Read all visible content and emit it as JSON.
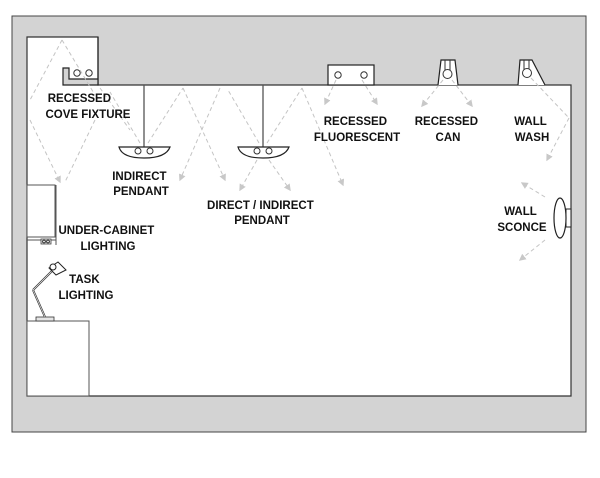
{
  "title": "Residential lighting fixture types (cross-section)",
  "colors": {
    "wall": "#d3d3d3",
    "room": "#ffffff",
    "outline": "#333333",
    "light_ray": "#c4c4c4",
    "label": "#111111"
  },
  "fixtures": [
    {
      "id": "recessed-cove",
      "label_lines": [
        "RECESSED",
        "COVE FIXTURE"
      ]
    },
    {
      "id": "indirect-pendant",
      "label_lines": [
        "INDIRECT",
        "PENDANT"
      ]
    },
    {
      "id": "direct-indirect-pendant",
      "label_lines": [
        "DIRECT / INDIRECT",
        "PENDANT"
      ]
    },
    {
      "id": "recessed-fluorescent",
      "label_lines": [
        "RECESSED",
        "FLUORESCENT"
      ]
    },
    {
      "id": "recessed-can",
      "label_lines": [
        "RECESSED",
        "CAN"
      ]
    },
    {
      "id": "wall-wash",
      "label_lines": [
        "WALL",
        "WASH"
      ]
    },
    {
      "id": "wall-sconce",
      "label_lines": [
        "WALL",
        "SCONCE"
      ]
    },
    {
      "id": "under-cabinet",
      "label_lines": [
        "UNDER-CABINET",
        "LIGHTING"
      ]
    },
    {
      "id": "task",
      "label_lines": [
        "TASK",
        "LIGHTING"
      ]
    }
  ]
}
